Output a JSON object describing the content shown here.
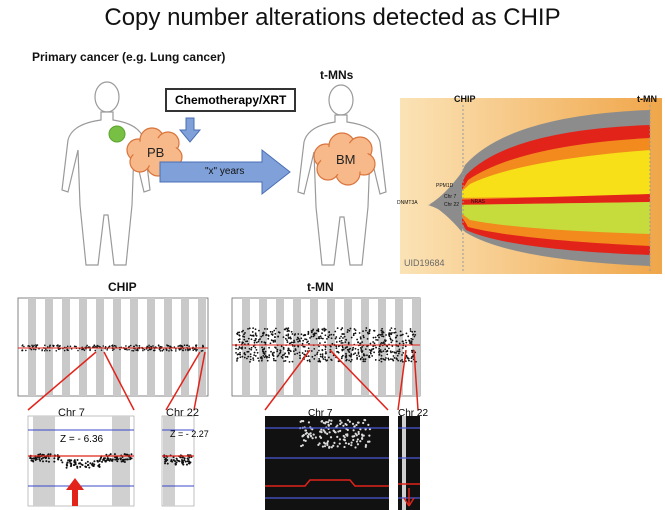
{
  "title": "Copy number alterations detected as CHIP",
  "labels": {
    "primary_cancer": "Primary cancer (e.g. Lung cancer)",
    "tmns": "t-MNs",
    "chemo": "Chemotherapy/XRT",
    "years": "\"x\" years",
    "pb": "PB",
    "bm": "BM",
    "fish_chip": "CHIP",
    "fish_tmn": "t-MN",
    "fish_uid": "UID19684",
    "fish_dnmt3a": "DNMT3A",
    "fish_ppm1d": "PPM1D",
    "fish_chr7": "Chr 7",
    "fish_chr22": "Chr 22",
    "fish_nras": "NRAS",
    "plot_chip": "CHIP",
    "plot_tmn": "t-MN",
    "chip_chr7": "Chr 7",
    "chip_chr22": "Chr 22",
    "chip_z7": "Z = - 6.36",
    "chip_z22": "Z = - 2.27",
    "tmn_chr7": "Chr 7",
    "tmn_chr22": "Chr 22"
  },
  "colors": {
    "fish_bg": "#f5c77a",
    "gray": "#8c8c8c",
    "red": "#e2231a",
    "yellow": "#f7e017",
    "lime": "#c5dc3c",
    "orange": "#f28a1e",
    "cloud": "#f7b98a",
    "arrow_blue": "#7fa0d8"
  }
}
